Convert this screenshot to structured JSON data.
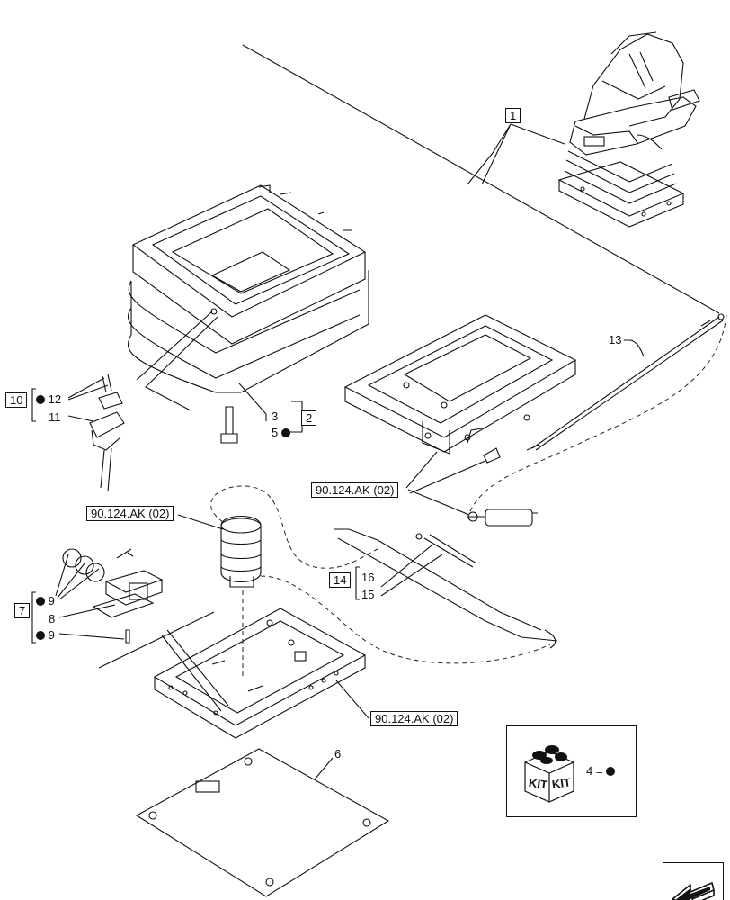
{
  "colors": {
    "ink": "#111111",
    "paper": "#ffffff",
    "dash": "#222222"
  },
  "refs": {
    "seat_assembly": "1",
    "bellows_group": "2",
    "valve_group": "7",
    "fitting_group": "10",
    "rod_group": "14"
  },
  "parts": {
    "p3": "3",
    "p5": "5",
    "p6": "6",
    "p8": "8",
    "p9a": "9",
    "p9b": "9",
    "p11": "11",
    "p12": "12",
    "p13": "13",
    "p15": "15",
    "p16": "16"
  },
  "xrefs": {
    "upper": "90.124.AK (02)",
    "middle": "90.124.AK (02)",
    "lower": "90.124.AK (02)"
  },
  "kit": {
    "icon": "kit-box-icon",
    "word_left": "KIT",
    "word_right": "KIT",
    "equation": "4 ="
  },
  "navigation": {
    "icon": "arrow-previous-icon"
  }
}
